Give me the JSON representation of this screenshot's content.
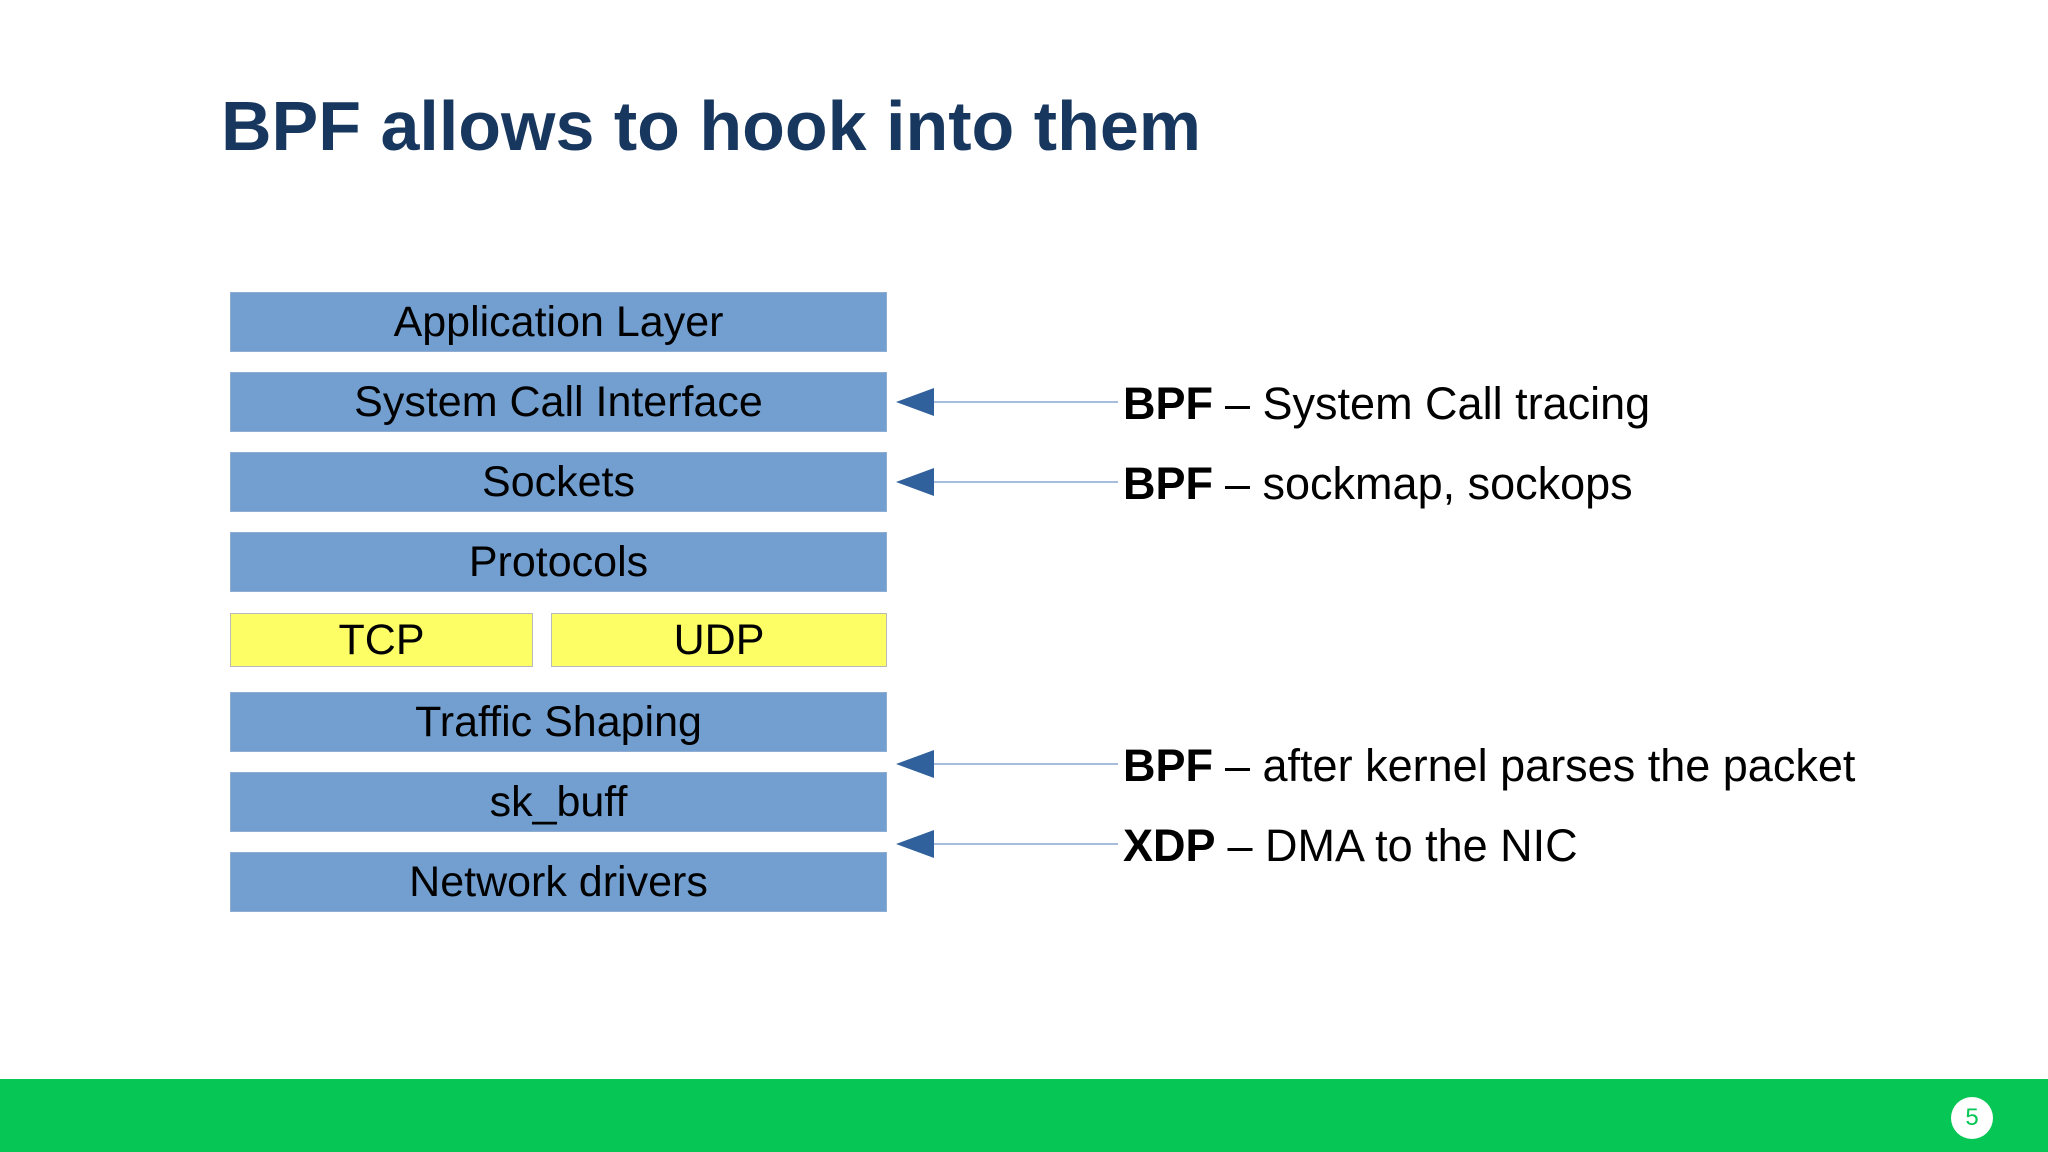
{
  "title": "BPF allows to hook into them",
  "page_number": "5",
  "stack": {
    "layers": [
      {
        "label": "Application Layer"
      },
      {
        "label": "System Call Interface"
      },
      {
        "label": "Sockets"
      },
      {
        "label": "Protocols"
      },
      {
        "label": "TCP"
      },
      {
        "label": "UDP"
      },
      {
        "label": "Traffic Shaping"
      },
      {
        "label": "sk_buff"
      },
      {
        "label": "Network drivers"
      }
    ]
  },
  "annotations": [
    {
      "keyword": "BPF",
      "text": "– System Call tracing"
    },
    {
      "keyword": "BPF",
      "text": "– sockmap, sockops"
    },
    {
      "keyword": "BPF",
      "text": "– after kernel parses the packet"
    },
    {
      "keyword": "XDP",
      "text": "– DMA to the NIC"
    }
  ],
  "colors": {
    "title": "#17375E",
    "layer_blue": "#729FCF",
    "layer_yellow": "#FDFD66",
    "arrow_head": "#30619C",
    "arrow_line": "#A6BEDB",
    "footer_green": "#06C755"
  }
}
